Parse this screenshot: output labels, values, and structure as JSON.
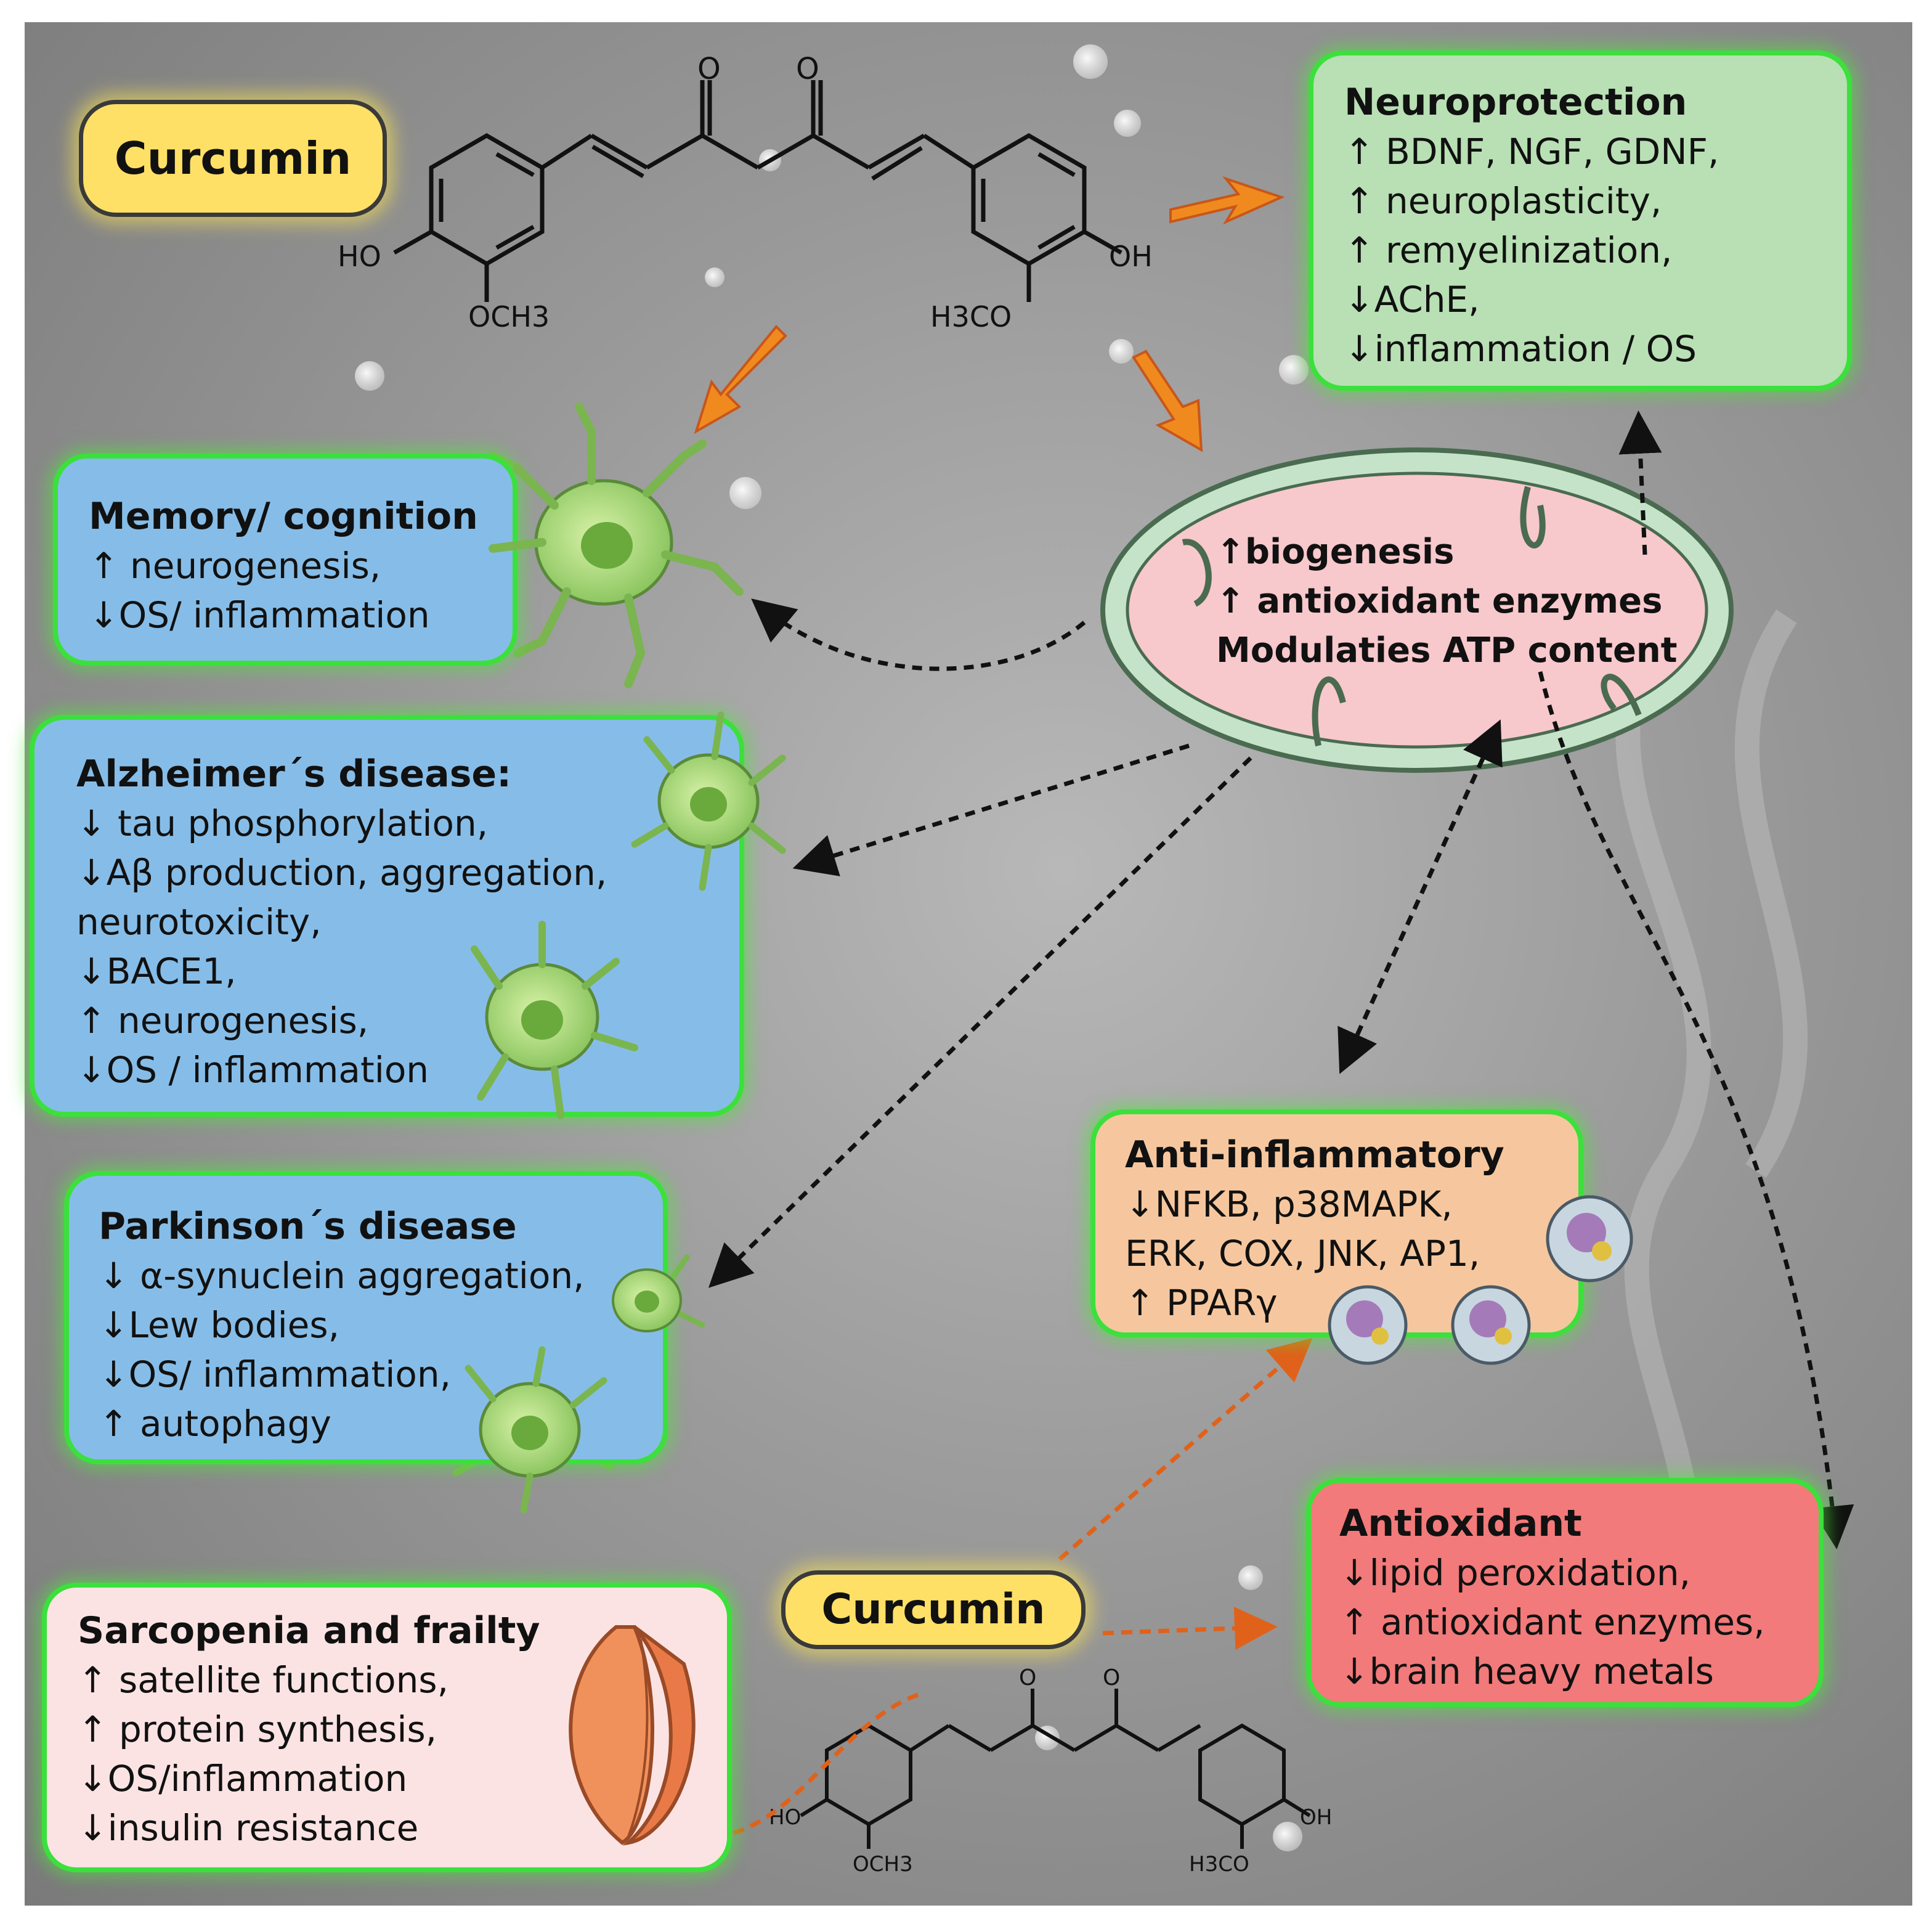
{
  "curcumin_top": "Curcumin",
  "curcumin_bottom": "Curcumin",
  "chem": {
    "ho": "HO",
    "och3": "OCH3",
    "oh": "OH",
    "h3co": "H3CO",
    "o": "O"
  },
  "neuroprotection": {
    "title": "Neuroprotection",
    "lines": [
      "↑ BDNF, NGF, GDNF,",
      "↑ neuroplasticity,",
      "↑ remyelinization,",
      "↓AChE,",
      "↓inflammation / OS"
    ]
  },
  "memory": {
    "title": "Memory/ cognition",
    "lines": [
      "↑ neurogenesis,",
      "↓OS/ inflammation"
    ]
  },
  "mitochondria": {
    "lines": [
      "↑biogenesis",
      "↑ antioxidant enzymes",
      "Modulaties ATP content"
    ]
  },
  "alzheimer": {
    "title": "Alzheimer´s disease:",
    "lines": [
      "↓ tau phosphorylation,",
      "↓Aβ  production, aggregation,",
      "neurotoxicity,",
      "↓BACE1,",
      "↑ neurogenesis,",
      "↓OS / inflammation"
    ]
  },
  "parkinson": {
    "title": "Parkinson´s disease",
    "lines": [
      "↓ α-synuclein aggregation,",
      "↓Lew bodies,",
      "↓OS/ inflammation,",
      "↑ autophagy"
    ]
  },
  "anti_inflammatory": {
    "title": "Anti-inflammatory",
    "lines": [
      "↓NFKB, p38MAPK,",
      "ERK, COX, JNK, AP1,",
      "↑ PPARγ"
    ]
  },
  "antioxidant": {
    "title": "Antioxidant",
    "lines": [
      "↓lipid peroxidation,",
      "↑ antioxidant enzymes,",
      "↓brain heavy metals"
    ]
  },
  "sarcopenia": {
    "title": "Sarcopenia and frailty",
    "lines": [
      "↑  satellite functions,",
      "↑  protein synthesis,",
      "↓OS/inflammation",
      "↓insulin resistance"
    ]
  },
  "colors": {
    "blue_box": "#86bde8",
    "green_box": "#b8e0b4",
    "orange_box": "#f6c79e",
    "red_box": "#f27a7a",
    "pink_box": "#fbe3e3",
    "glow": "#3ce03c",
    "pill": "#ffe066",
    "arrow_orange": "#f08a1e",
    "dashed_orange": "#e0621a"
  },
  "icons": [
    "neuron-icon",
    "mitochondrion-icon",
    "immune-cell-icon",
    "muscle-icon",
    "curcumin-molecule-icon"
  ]
}
